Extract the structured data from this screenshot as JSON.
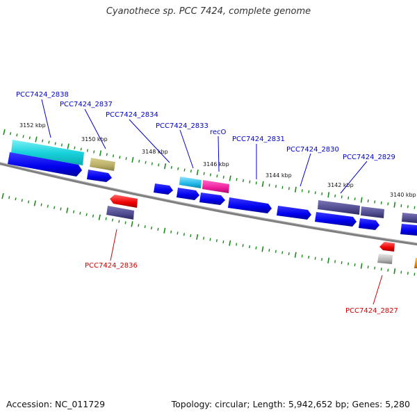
{
  "title": "Cyanothece sp. PCC 7424, complete genome",
  "footer": {
    "accession": "Accession: NC_011729",
    "summary": "Topology: circular; Length: 5,942,652 bp; Genes: 5,280"
  },
  "scale_ticks": [
    "3152 kbp",
    "3150 kbp",
    "3148 kbp",
    "3146 kbp",
    "3144 kbp",
    "3142 kbp",
    "3140 kbp"
  ],
  "gene_labels": {
    "top": [
      "PCC7424_2838",
      "PCC7424_2837",
      "PCC7424_2834",
      "PCC7424_2833",
      "recO",
      "PCC7424_2831",
      "PCC7424_2830",
      "PCC7424_2829"
    ],
    "bottom": [
      "PCC7424_2836",
      "PCC7424_2827"
    ]
  },
  "colors": {
    "forward_label": "#0000cc",
    "reverse_label": "#cc0000",
    "cds": "#0000ee",
    "backbone": "#808080",
    "tick": "#1a8a1a",
    "cyan": "#1ad3dd",
    "olive": "#b8ad68",
    "slate": "#4e4a8e",
    "magenta": "#ee1c9c",
    "red": "#ee0000",
    "grey": "#b5b5b5",
    "orange": "#f08a00"
  }
}
